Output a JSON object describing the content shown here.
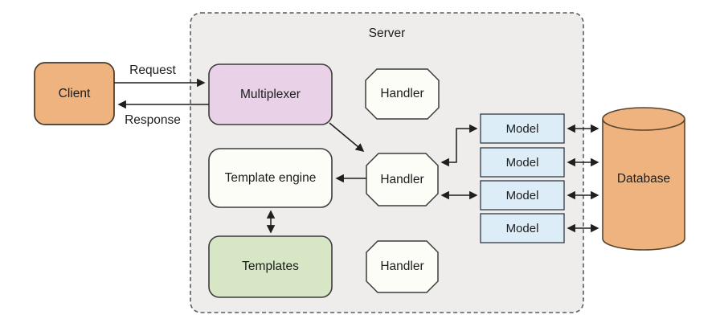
{
  "nodes": {
    "server": {
      "label": "Server",
      "fill": "#eeedeb",
      "border_style": "dashed"
    },
    "client": {
      "label": "Client",
      "fill": "#eeb37e"
    },
    "multiplexer": {
      "label": "Multiplexer",
      "fill": "#e9d1e7"
    },
    "template_engine": {
      "label": "Template engine",
      "fill": "#fdfdf8"
    },
    "templates": {
      "label": "Templates",
      "fill": "#d7e7c6"
    },
    "handlers": [
      {
        "label": "Handler"
      },
      {
        "label": "Handler"
      },
      {
        "label": "Handler"
      }
    ],
    "models": [
      {
        "label": "Model"
      },
      {
        "label": "Model"
      },
      {
        "label": "Model"
      },
      {
        "label": "Model"
      }
    ],
    "database": {
      "label": "Database",
      "fill": "#eeb37e",
      "shape": "cylinder"
    }
  },
  "edges": [
    {
      "from": "Client",
      "to": "Multiplexer",
      "label": "Request",
      "direction": "one-way"
    },
    {
      "from": "Multiplexer",
      "to": "Client",
      "label": "Response",
      "direction": "one-way"
    },
    {
      "from": "Multiplexer",
      "to": "Handler (middle)",
      "label": "",
      "direction": "one-way"
    },
    {
      "from": "Handler (middle)",
      "to": "Template engine",
      "label": "",
      "direction": "one-way"
    },
    {
      "from": "Template engine",
      "to": "Templates",
      "label": "",
      "direction": "two-way"
    },
    {
      "from": "Handler (middle)",
      "to": "Model 1",
      "label": "",
      "direction": "two-way"
    },
    {
      "from": "Handler (middle)",
      "to": "Model 3",
      "label": "",
      "direction": "two-way"
    },
    {
      "from": "Model 1",
      "to": "Database",
      "label": "",
      "direction": "two-way"
    },
    {
      "from": "Model 2",
      "to": "Database",
      "label": "",
      "direction": "two-way"
    },
    {
      "from": "Model 3",
      "to": "Database",
      "label": "",
      "direction": "two-way"
    },
    {
      "from": "Model 4",
      "to": "Database",
      "label": "",
      "direction": "two-way"
    }
  ],
  "edge_labels": {
    "request": "Request",
    "response": "Response"
  },
  "colors": {
    "background": "#ffffff",
    "server_fill": "#eeedeb",
    "server_dash": "#5c5c5c",
    "client_fill": "#eeb37e",
    "multiplexer_fill": "#e9d1e7",
    "template_engine_fill": "#fdfdf8",
    "templates_fill": "#d7e7c6",
    "handler_fill": "#fdfdf8",
    "model_fill": "#dcedf8",
    "database_fill": "#eeb37e",
    "arrow": "#1f1f1f",
    "text": "#1c1c1c"
  }
}
